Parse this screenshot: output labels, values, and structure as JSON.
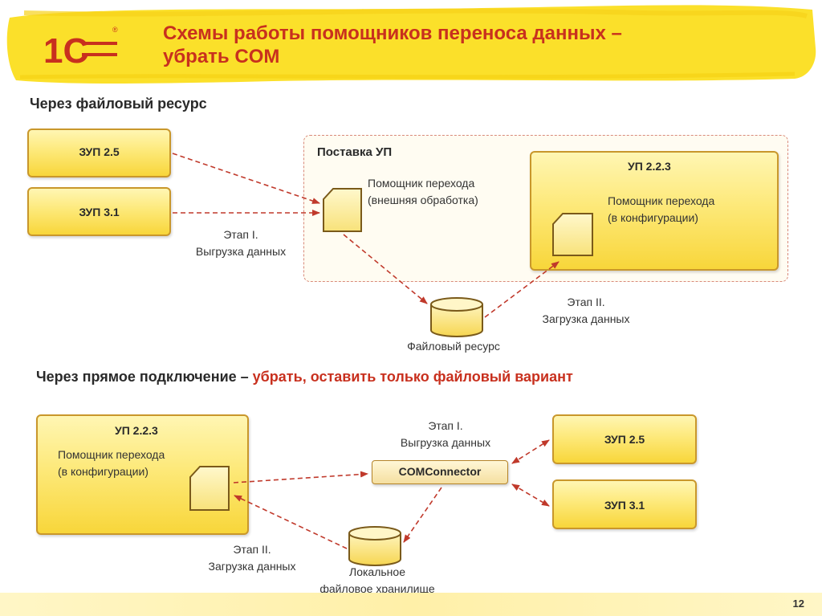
{
  "header": {
    "title_line1": "Схемы работы помощников переноса данных –",
    "title_line2": "убрать COM",
    "logo_text": "1С",
    "logo_mark": "®",
    "colors": {
      "title": "#c8301e",
      "banner": "#fbe02a",
      "box_border": "#c9972b",
      "arrow": "#c0392b"
    }
  },
  "section1": {
    "heading": "Через файловый ресурс",
    "zup25": "ЗУП 2.5",
    "zup31": "ЗУП 3.1",
    "region_title": "Поставка УП",
    "helper_ext_line1": "Помощник перехода",
    "helper_ext_line2": "(внешняя обработка)",
    "up_box_title": "УП 2.2.3",
    "helper_cfg_line1": "Помощник перехода",
    "helper_cfg_line2": "(в конфигурации)",
    "stage1_line1": "Этап I.",
    "stage1_line2": "Выгрузка данных",
    "stage2_line1": "Этап II.",
    "stage2_line2": "Загрузка данных",
    "file_resource": "Файловый ресурс"
  },
  "section2": {
    "heading_main": "Через прямое подключение – ",
    "heading_accent": "убрать, оставить только файловый вариант",
    "up_box_title": "УП 2.2.3",
    "helper_cfg_line1": "Помощник перехода",
    "helper_cfg_line2": "(в конфигурации)",
    "connector": "COMConnector",
    "stage1_line1": "Этап I.",
    "stage1_line2": "Выгрузка данных",
    "stage2_line1": "Этап II.",
    "stage2_line2": "Загрузка данных",
    "zup25": "ЗУП 2.5",
    "zup31": "ЗУП 3.1",
    "local_storage_line1": "Локальное",
    "local_storage_line2": "файловое хранилище"
  },
  "footer": {
    "page_number": "12"
  }
}
